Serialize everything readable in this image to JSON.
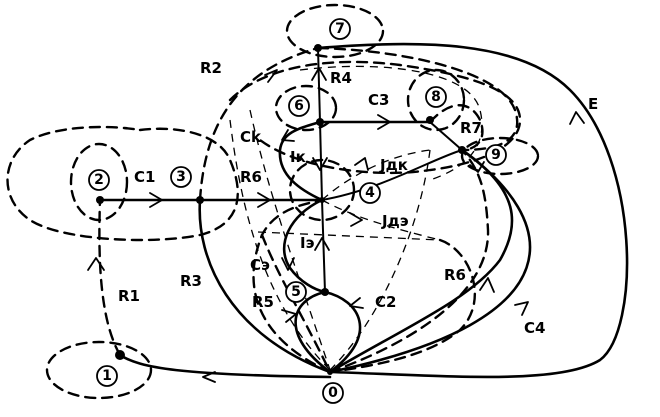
{
  "diagram": {
    "nodes": [
      "0",
      "1",
      "2",
      "3",
      "4",
      "5",
      "6",
      "7",
      "8",
      "9"
    ],
    "branches": {
      "R1": "R1",
      "R2": "R2",
      "R3": "R3",
      "R4": "R4",
      "R5": "R5",
      "R6a": "R6",
      "R6b": "R6",
      "R7": "R7",
      "C1": "C1",
      "C2": "C2",
      "C3": "C3",
      "C4": "C4",
      "Ck": "Ck",
      "Ce": "Cэ",
      "E": "E",
      "Ik": "Iк",
      "Ie": "Iэ",
      "Jdk": "Jдк",
      "Jde": "Jдэ"
    }
  }
}
